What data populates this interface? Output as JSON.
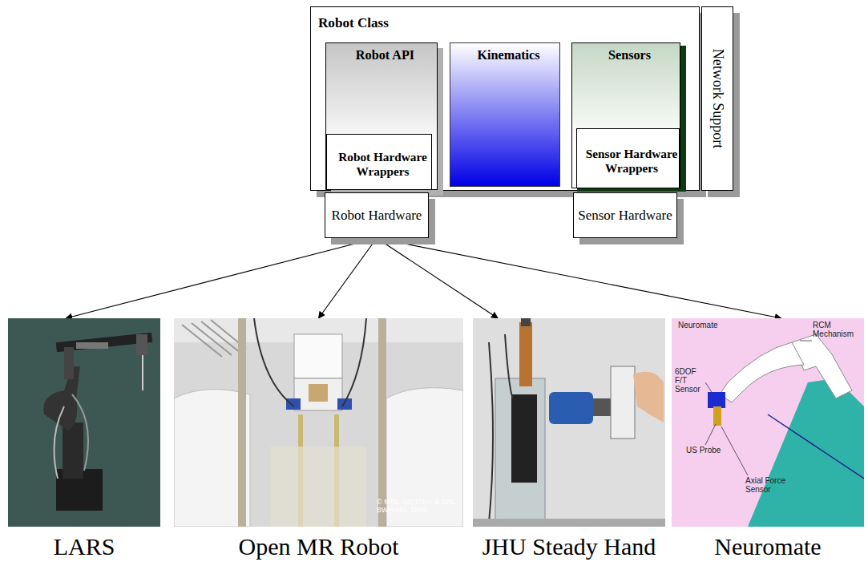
{
  "diagram": {
    "nodes": [
      {
        "text": [
          "Robot Class"
        ]
      },
      {
        "text": [
          "Robot API"
        ],
        "in": 0
      },
      {
        "text": [
          "Robot Hardware Wrappers"
        ],
        "in": 1
      },
      {
        "text": [
          "Kinematics"
        ],
        "in": 0
      },
      {
        "text": [
          "Sensors"
        ],
        "in": 0
      },
      {
        "text": [
          "Sensor Hardware Wrappers"
        ],
        "in": 4
      },
      {
        "text": [
          "Network Support"
        ]
      },
      {
        "text": [
          "Robot Hardware"
        ]
      },
      {
        "text": [
          "Sensor Hardware"
        ]
      },
      {
        "text": [
          "LARS"
        ]
      },
      {
        "text": [
          "Open MR Robot"
        ]
      },
      {
        "text": [
          "JHU Steady Hand"
        ]
      },
      {
        "text": [
          "Neuromate"
        ]
      }
    ],
    "edges": [
      {
        "from": 7,
        "to": 9,
        "arrow": "to"
      },
      {
        "from": 7,
        "to": 10,
        "arrow": "to"
      },
      {
        "from": 7,
        "to": 11,
        "arrow": "to"
      },
      {
        "from": 7,
        "to": 12,
        "arrow": "to"
      }
    ],
    "labels": [
      "© MEL, AIST/Jpn & SPL, BWH/MA, 1999-",
      "Neuromate",
      "RCM Mechanism",
      "6DOF F/T Sensor",
      "US Probe",
      "Axial Force Sensor"
    ]
  }
}
